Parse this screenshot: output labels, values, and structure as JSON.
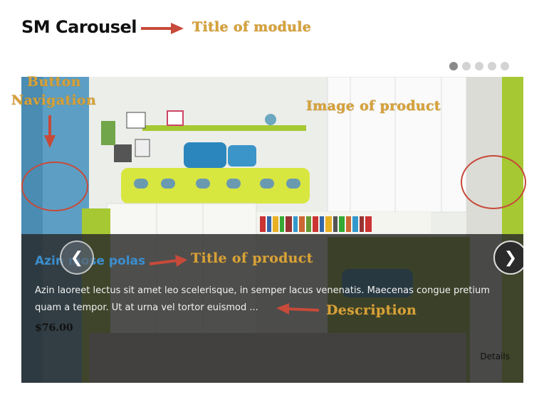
{
  "module": {
    "title": "SM Carousel"
  },
  "callouts": {
    "module_title": "Title of module",
    "nav_line1": "Button",
    "nav_line2": "Navigation",
    "image": "Image of product",
    "product_title": "Title of product",
    "description": "Description"
  },
  "pager": {
    "count": 5,
    "active_index": 0
  },
  "navigation": {
    "prev_glyph": "❮",
    "next_glyph": "❯"
  },
  "product": {
    "title": "Azin mose polas",
    "description": "Azin laoreet lectus sit amet leo scelerisque, in semper lacus venenatis. Maecenas congue pretium quam a tempor. Ut at urna vel tortor euismod ...",
    "price": "$76.00",
    "details_label": "Details"
  },
  "colors": {
    "callout_text": "#d6a23a",
    "arrow": "#c74a3a",
    "product_title": "#3a8fd0",
    "caption_bg": "#282828",
    "accent_green": "#a6c832"
  }
}
